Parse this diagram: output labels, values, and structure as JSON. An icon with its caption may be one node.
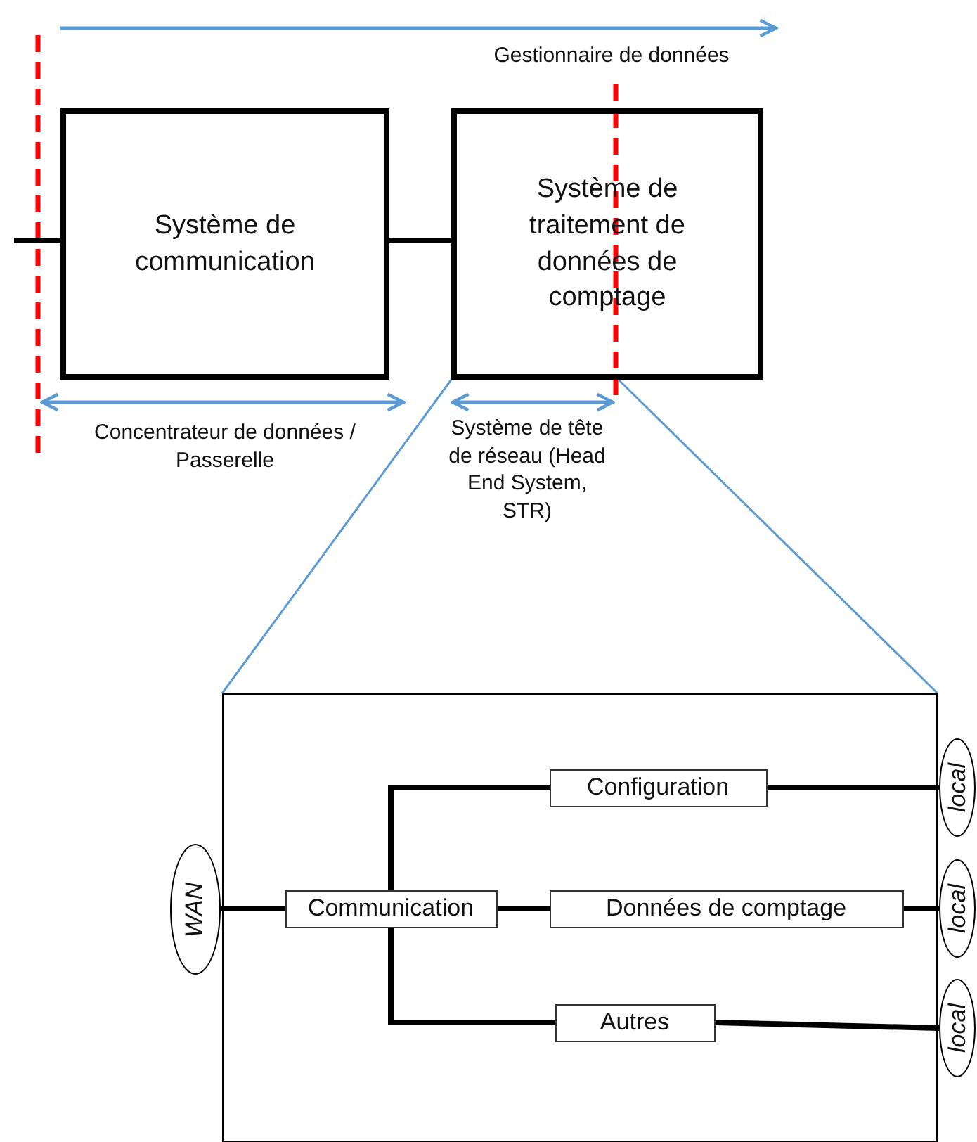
{
  "diagram": {
    "nodes": [
      {
        "text": [
          "Système de communication"
        ]
      },
      {
        "text": [
          "Système de traitement de données de comptage"
        ]
      },
      {
        "text": [],
        "shape": "box"
      },
      {
        "text": [
          "WAN"
        ]
      },
      {
        "text": [
          "Communication"
        ],
        "in": 2
      },
      {
        "text": [
          "Configuration"
        ],
        "in": 2
      },
      {
        "text": [
          "Données de comptage"
        ],
        "in": 2
      },
      {
        "text": [
          "Autres"
        ],
        "in": 2
      },
      {
        "text": [
          "local"
        ]
      },
      {
        "text": [
          "local"
        ]
      },
      {
        "text": [
          "local"
        ]
      }
    ],
    "edges": [
      {
        "from": null,
        "to": 0,
        "arrow": "none"
      },
      {
        "from": 0,
        "to": 1,
        "arrow": "none"
      },
      {
        "from": 1,
        "to": 2,
        "arrow": "none",
        "color": "#5b9bd5"
      },
      {
        "from": 1,
        "to": 2,
        "arrow": "none",
        "color": "#5b9bd5"
      },
      {
        "from": 3,
        "to": 4,
        "arrow": "none"
      },
      {
        "from": 4,
        "to": 5,
        "arrow": "none"
      },
      {
        "from": 4,
        "to": 6,
        "arrow": "none"
      },
      {
        "from": 4,
        "to": 7,
        "arrow": "none"
      },
      {
        "from": 5,
        "to": 8,
        "arrow": "none"
      },
      {
        "from": 6,
        "to": 9,
        "arrow": "none"
      },
      {
        "from": 7,
        "to": 10,
        "arrow": "none"
      }
    ],
    "labels": [
      "Gestionnaire de données",
      "Concentrateur de données / Passerelle",
      "Système de tête de réseau (Head End System, STR)"
    ]
  }
}
